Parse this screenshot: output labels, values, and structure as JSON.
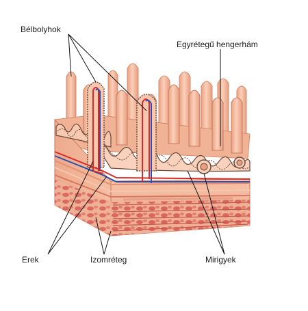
{
  "labels": {
    "villi": "Bélbolyhok",
    "epithelium": "Egyrétegű hengerhám",
    "vessels": "Erek",
    "muscle_layer": "Izomréteg",
    "glands": "Mirigyek"
  },
  "colors": {
    "background": "#ffffff",
    "tissue": "#f3b79a",
    "tissue_shade": "#e39a7c",
    "muscle": "#d9615a",
    "epithelium_line": "#6b4a3a",
    "artery": "#d42b2b",
    "vein": "#2b4fb0",
    "leader_line": "#111111"
  }
}
